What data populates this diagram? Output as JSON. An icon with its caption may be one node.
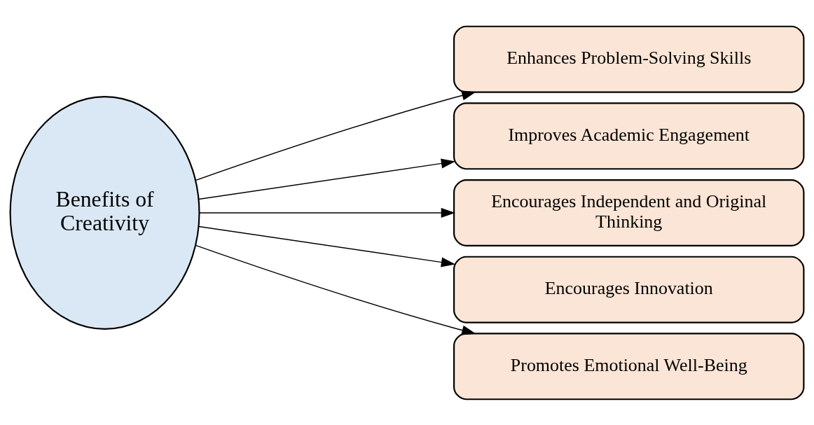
{
  "diagram": {
    "nodes": [
      {
        "text": [
          "Benefits of Creativity"
        ]
      },
      {
        "text": [
          "Enhances Problem-Solving Skills"
        ]
      },
      {
        "text": [
          "Improves Academic Engagement"
        ]
      },
      {
        "text": [
          "Encourages Independent and Original Thinking"
        ]
      },
      {
        "text": [
          "Encourages Innovation"
        ]
      },
      {
        "text": [
          "Promotes Emotional Well-Being"
        ]
      }
    ],
    "edges": [
      {
        "from": 0,
        "to": 1,
        "arrow": "to"
      },
      {
        "from": 0,
        "to": 2,
        "arrow": "to"
      },
      {
        "from": 0,
        "to": 3,
        "arrow": "to"
      },
      {
        "from": 0,
        "to": 4,
        "arrow": "to"
      },
      {
        "from": 0,
        "to": 5,
        "arrow": "to"
      }
    ]
  }
}
